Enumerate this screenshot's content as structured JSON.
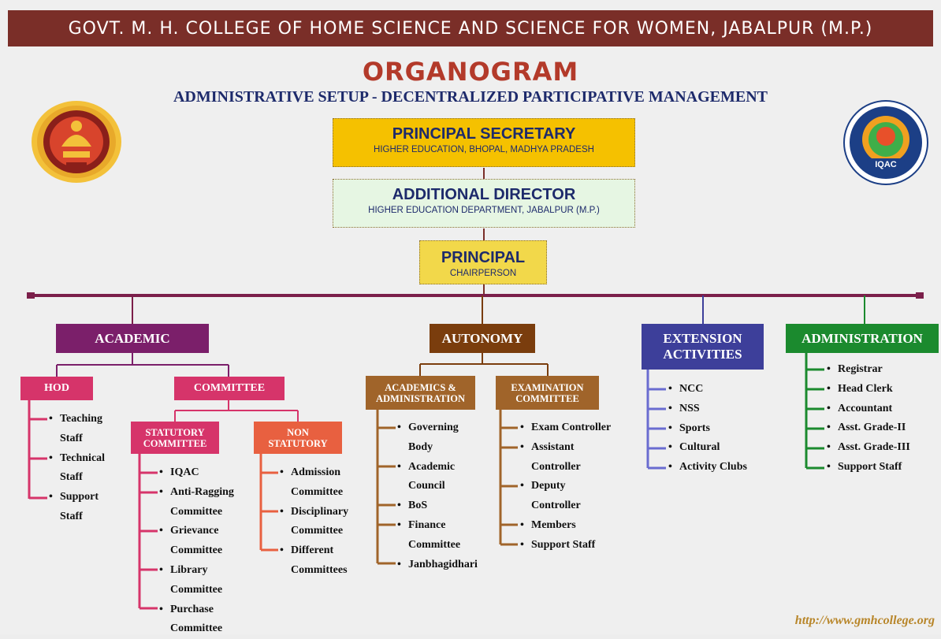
{
  "header": {
    "banner": "GOVT. M. H. COLLEGE OF HOME SCIENCE AND SCIENCE FOR WOMEN, JABALPUR (M.P.)"
  },
  "title": "ORGANOGRAM",
  "subtitle": "ADMINISTRATIVE SETUP - DECENTRALIZED PARTICIPATIVE MANAGEMENT",
  "logos": {
    "left": "college-emblem-icon",
    "right": "iqac-logo-icon",
    "right_text": "IQAC"
  },
  "hierarchy": {
    "principal_secretary": {
      "title": "PRINCIPAL SECRETARY",
      "sub": "HIGHER EDUCATION, BHOPAL, MADHYA PRADESH"
    },
    "additional_director": {
      "title": "ADDITIONAL DIRECTOR",
      "sub": "HIGHER EDUCATION DEPARTMENT, JABALPUR (M.P.)"
    },
    "principal": {
      "title": "PRINCIPAL",
      "sub": "CHAIRPERSON"
    }
  },
  "categories": {
    "academic": {
      "label": "ACADEMIC",
      "hod": {
        "label": "HOD",
        "items": [
          "Teaching",
          "Staff",
          "Technical",
          "Staff",
          "Support",
          "Staff"
        ]
      },
      "committee": {
        "label": "COMMITTEE"
      },
      "statutory": {
        "label": "STATUTORY COMMITTEE",
        "items": [
          "IQAC",
          "Anti-Ragging",
          "Committee",
          "Grievance",
          "Committee",
          "Library",
          "Committee",
          "Purchase",
          "Committee"
        ]
      },
      "non_statutory": {
        "label": "NON STATUTORY",
        "items": [
          "Admission",
          "Committee",
          "Disciplinary",
          "Committee",
          "Different",
          "Committees"
        ]
      }
    },
    "autonomy": {
      "label": "AUTONOMY",
      "academics_admin": {
        "label": "ACADEMICS & ADMINISTRATION",
        "items": [
          "Governing",
          "Body",
          "Academic",
          "Council",
          "BoS",
          "Finance",
          "Committee",
          "Janbhagidhari"
        ]
      },
      "examination": {
        "label": "EXAMINATION COMMITTEE",
        "items": [
          "Exam Controller",
          "Assistant",
          "Controller",
          "Deputy",
          "Controller",
          "Members",
          "Support Staff"
        ]
      }
    },
    "extension": {
      "label": "EXTENSION ACTIVITIES",
      "items": [
        "NCC",
        "NSS",
        "Sports",
        "Cultural",
        "Activity Clubs"
      ]
    },
    "administration": {
      "label": "ADMINISTRATION",
      "items": [
        "Registrar",
        "Head Clerk",
        "Accountant",
        "Asst. Grade-II",
        "Asst.  Grade-III",
        "Support Staff"
      ]
    }
  },
  "footer": {
    "url": "http://www.gmhcollege.org"
  },
  "colors": {
    "banner": "#7a2e28",
    "title": "#b33a2a",
    "navy": "#1d2a6b",
    "academic": "#7b1f6a",
    "pink": "#d6346a",
    "orange": "#e86040",
    "autonomy": "#7a3d0d",
    "brown": "#a0642a",
    "extension": "#3d3f9a",
    "administration": "#1b8a2e"
  }
}
